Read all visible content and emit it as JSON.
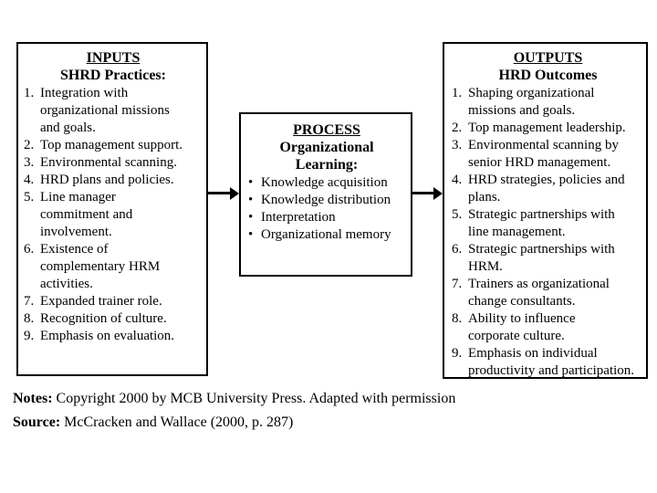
{
  "diagram": {
    "inputs": {
      "title": "INPUTS",
      "subtitle": "SHRD Practices:",
      "items": [
        {
          "n": "1.",
          "t": "Integration with\norganizational missions\nand goals."
        },
        {
          "n": "2.",
          "t": "Top management support."
        },
        {
          "n": "3.",
          "t": "Environmental scanning."
        },
        {
          "n": "4.",
          "t": "HRD plans and policies."
        },
        {
          "n": "5.",
          "t": "Line manager\ncommitment and\ninvolvement."
        },
        {
          "n": "6.",
          "t": "Existence of\ncomplementary HRM\nactivities."
        },
        {
          "n": "7.",
          "t": "Expanded trainer role."
        },
        {
          "n": "8.",
          "t": "Recognition of culture."
        },
        {
          "n": "9.",
          "t": "Emphasis on evaluation."
        }
      ]
    },
    "process": {
      "title": "PROCESS",
      "subtitle": "Organizational\nLearning:",
      "items": [
        {
          "n": "•",
          "t": "Knowledge acquisition"
        },
        {
          "n": "•",
          "t": "Knowledge distribution"
        },
        {
          "n": "•",
          "t": "Interpretation"
        },
        {
          "n": "•",
          "t": "Organizational memory"
        }
      ]
    },
    "outputs": {
      "title": "OUTPUTS",
      "subtitle": "HRD Outcomes",
      "items": [
        {
          "n": "1.",
          "t": "Shaping organizational\nmissions and goals."
        },
        {
          "n": "2.",
          "t": "Top management leadership."
        },
        {
          "n": "3.",
          "t": "Environmental scanning by\nsenior HRD management."
        },
        {
          "n": "4.",
          "t": "HRD strategies, policies and\nplans."
        },
        {
          "n": "5.",
          "t": "Strategic partnerships with\nline management."
        },
        {
          "n": "6.",
          "t": "Strategic partnerships with\nHRM."
        },
        {
          "n": "7.",
          "t": "Trainers as organizational\nchange consultants."
        },
        {
          "n": "8.",
          "t": "Ability to influence\ncorporate culture."
        },
        {
          "n": "9.",
          "t": "Emphasis on individual\nproductivity and participation."
        }
      ]
    }
  },
  "footer": {
    "notes_label": "Notes:",
    "notes_text": "Copyright 2000 by MCB University Press. Adapted with permission",
    "source_label": "Source:",
    "source_text": "McCracken and Wallace (2000, p. 287)"
  },
  "colors": {
    "background": "#ffffff",
    "border": "#000000",
    "text": "#000000"
  }
}
